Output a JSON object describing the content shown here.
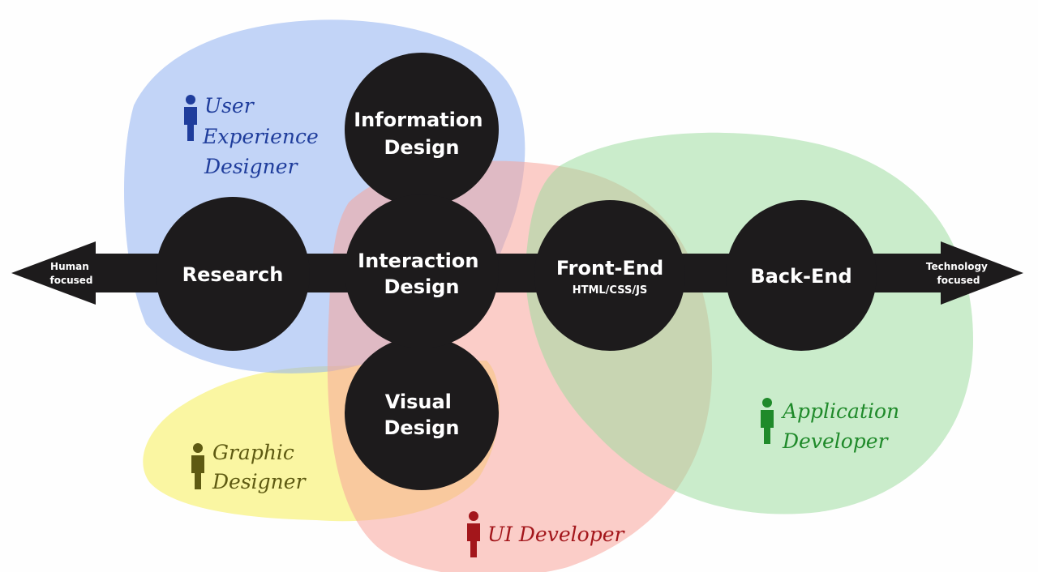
{
  "axis": {
    "left_label": [
      "Human",
      "focused"
    ],
    "right_label": [
      "Technology",
      "focused"
    ]
  },
  "nodes": {
    "research": [
      "Research"
    ],
    "information_design": [
      "Information",
      "Design"
    ],
    "interaction_design": [
      "Interaction",
      "Design"
    ],
    "visual_design": [
      "Visual",
      "Design"
    ],
    "front_end": [
      "Front-End"
    ],
    "front_end_sub": "HTML/CSS/JS",
    "back_end": [
      "Back-End"
    ]
  },
  "roles": {
    "ux_designer": {
      "lines": [
        "User",
        "Experience",
        "Designer"
      ],
      "color": "#1f3d9c"
    },
    "graphic_designer": {
      "lines": [
        "Graphic",
        "Designer"
      ],
      "color": "#5e5a12"
    },
    "ui_developer": {
      "lines": [
        "UI Developer"
      ],
      "color": "#a3161b"
    },
    "application_developer": {
      "lines": [
        "Application",
        "Developer"
      ],
      "color": "#1f8a2a"
    }
  },
  "colors": {
    "ux_blob": "#8fb0f0",
    "graphic_blob": "#f5ee55",
    "ui_blob": "#f7a49a",
    "app_blob": "#9fdca0",
    "node_fill": "#1d1b1c",
    "arrow_fill": "#1d1b1c"
  }
}
